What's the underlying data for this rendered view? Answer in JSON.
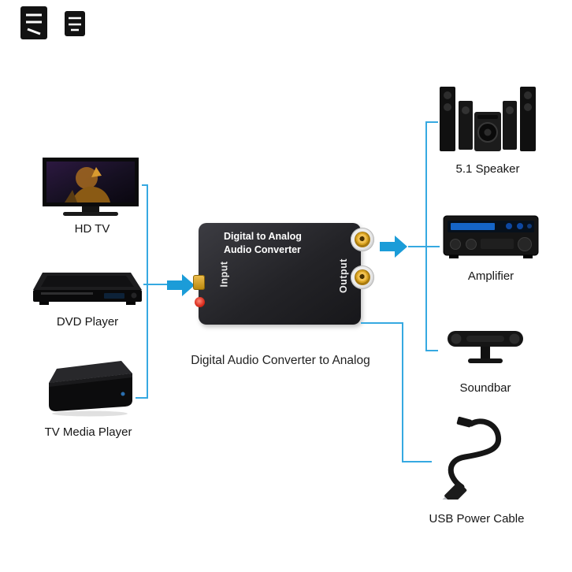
{
  "page_title": "Digital Audio Converter to Analog",
  "colors": {
    "line": "#36a9e1",
    "arrow": "#1b9cd8",
    "text": "#161616",
    "gold": "#d8a21f"
  },
  "converter": {
    "title_line1": "Digital to Analog",
    "title_line2": "Audio Converter",
    "input_label": "Input",
    "output_label": "Output",
    "ports": [
      "optical-port",
      "coaxial-port",
      "rca-jack-top",
      "rca-jack-bottom"
    ]
  },
  "caption": "Digital Audio Converter to Analog",
  "sources": [
    {
      "label": "HD TV",
      "icon": "hdtv-image"
    },
    {
      "label": "DVD Player",
      "icon": "dvd-player-image"
    },
    {
      "label": "TV Media Player",
      "icon": "tv-media-player-image"
    }
  ],
  "outputs": [
    {
      "label": "5.1 Speaker",
      "icon": "speaker-5-1-image"
    },
    {
      "label": "Amplifier",
      "icon": "amplifier-image"
    },
    {
      "label": "Soundbar",
      "icon": "soundbar-image"
    },
    {
      "label": "USB Power Cable",
      "icon": "usb-power-cable-image"
    }
  ]
}
